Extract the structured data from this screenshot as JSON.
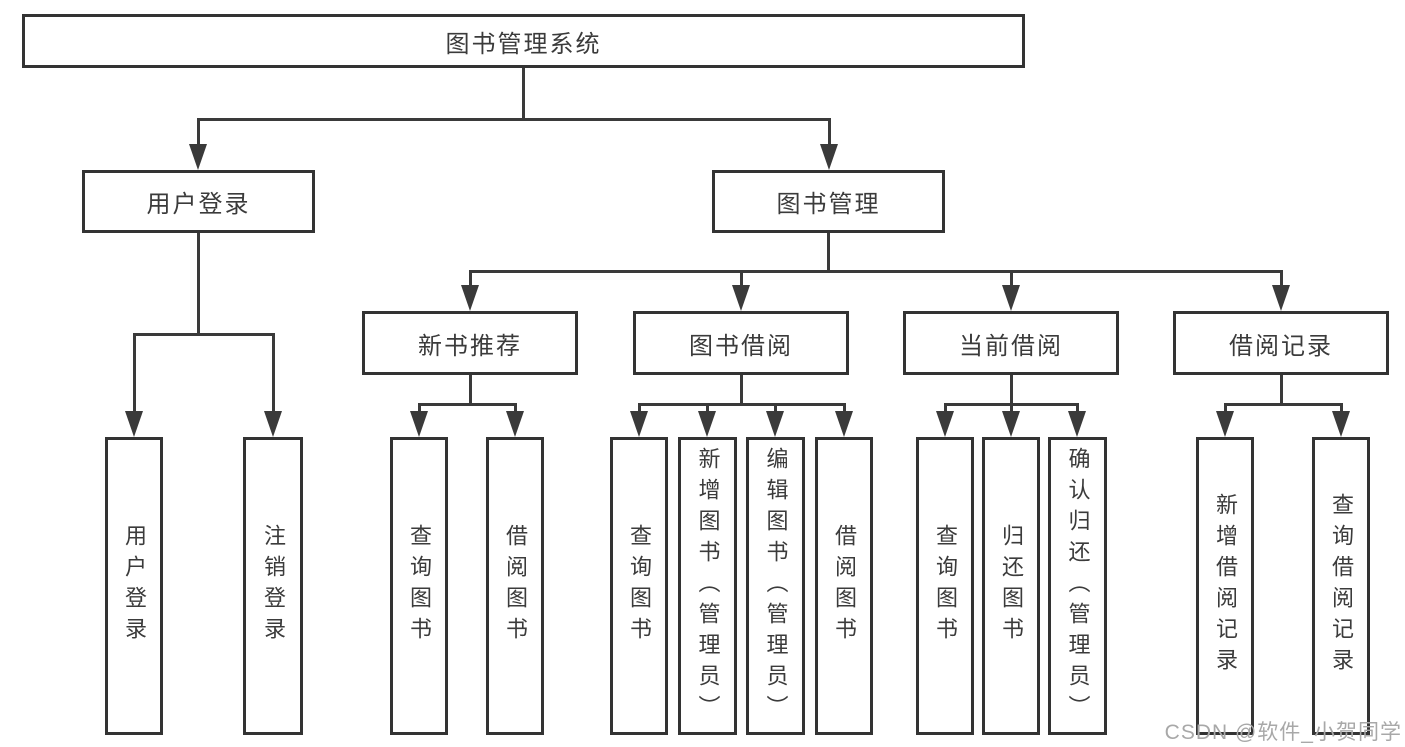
{
  "colors": {
    "line": "#3a3a3a",
    "border": "#333333",
    "text": "#3b3b3b",
    "background": "#ffffff",
    "watermark": "#a8a8a8"
  },
  "tree": {
    "root": "图书管理系统",
    "branches": [
      {
        "label": "用户登录",
        "children": [
          "用户登录",
          "注销登录"
        ]
      },
      {
        "label": "图书管理",
        "children": [
          {
            "label": "新书推荐",
            "children": [
              "查询图书",
              "借阅图书"
            ]
          },
          {
            "label": "图书借阅",
            "children": [
              "查询图书",
              "新增图书（管理员）",
              "编辑图书（管理员）",
              "借阅图书"
            ]
          },
          {
            "label": "当前借阅",
            "children": [
              "查询图书",
              "归还图书",
              "确认归还（管理员）"
            ]
          },
          {
            "label": "借阅记录",
            "children": [
              "新增借阅记录",
              "查询借阅记录"
            ]
          }
        ]
      }
    ]
  },
  "watermark": {
    "text": "CSDN @软件_小贺同学"
  }
}
